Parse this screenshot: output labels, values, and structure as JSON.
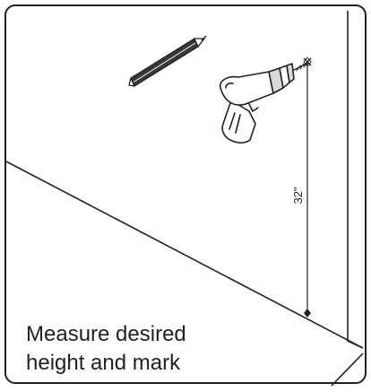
{
  "measurement": {
    "label": "32\""
  },
  "caption": {
    "line1": "Measure desired",
    "line2": "height and mark"
  },
  "icons": [
    "pencil-icon",
    "drill-icon"
  ],
  "colors": {
    "ink": "#231f20",
    "background": "#ffffff"
  }
}
